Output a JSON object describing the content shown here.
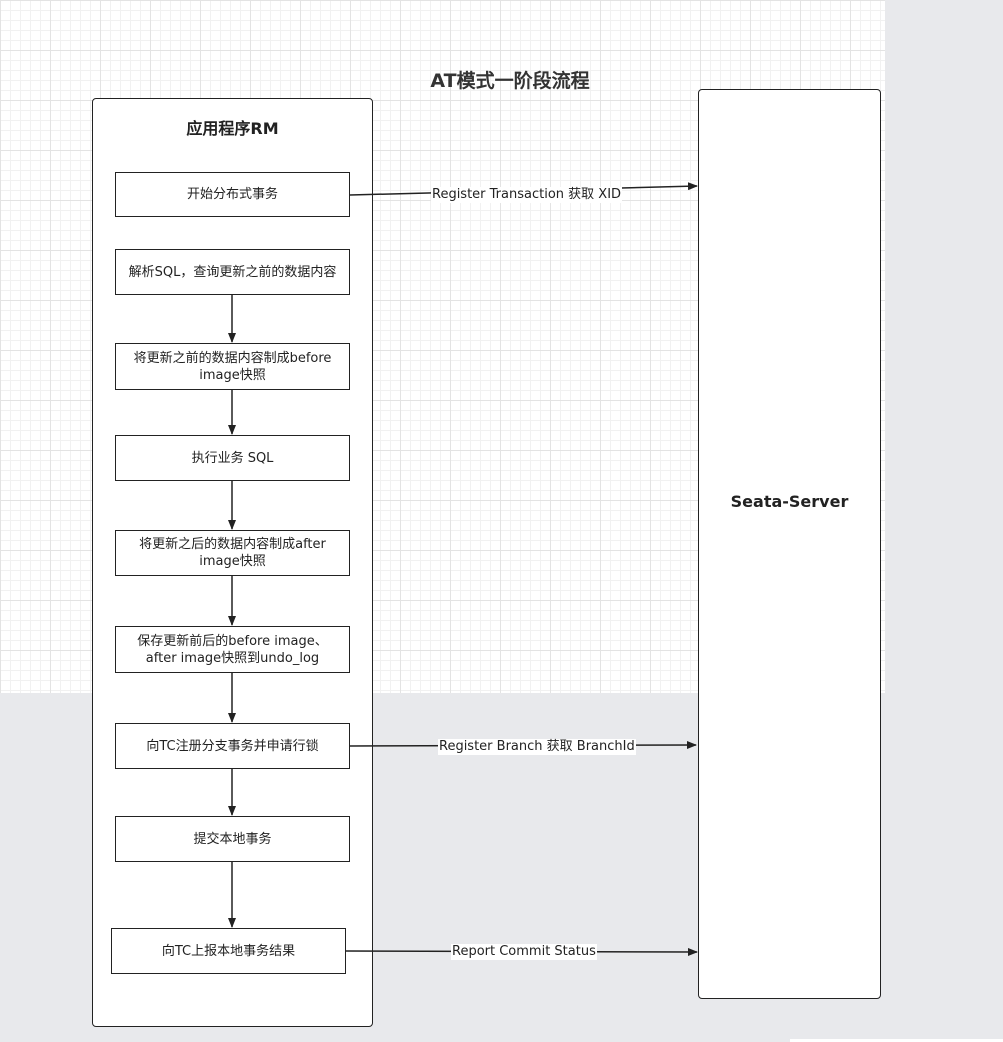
{
  "title": "AT模式一阶段流程",
  "rm": {
    "title": "应用程序RM",
    "steps": [
      "开始分布式事务",
      "解析SQL，查询更新之前的数据内容",
      "将更新之前的数据内容制成before\nimage快照",
      "执行业务 SQL",
      "将更新之后的数据内容制成after\nimage快照",
      "保存更新前后的before image、\nafter image快照到undo_log",
      "向TC注册分支事务并申请行锁",
      "提交本地事务",
      "向TC上报本地事务结果"
    ]
  },
  "server": {
    "title": "Seata-Server"
  },
  "messages": [
    "Register Transaction 获取 XID",
    "Register Branch 获取 BranchId",
    "Report Commit Status"
  ]
}
